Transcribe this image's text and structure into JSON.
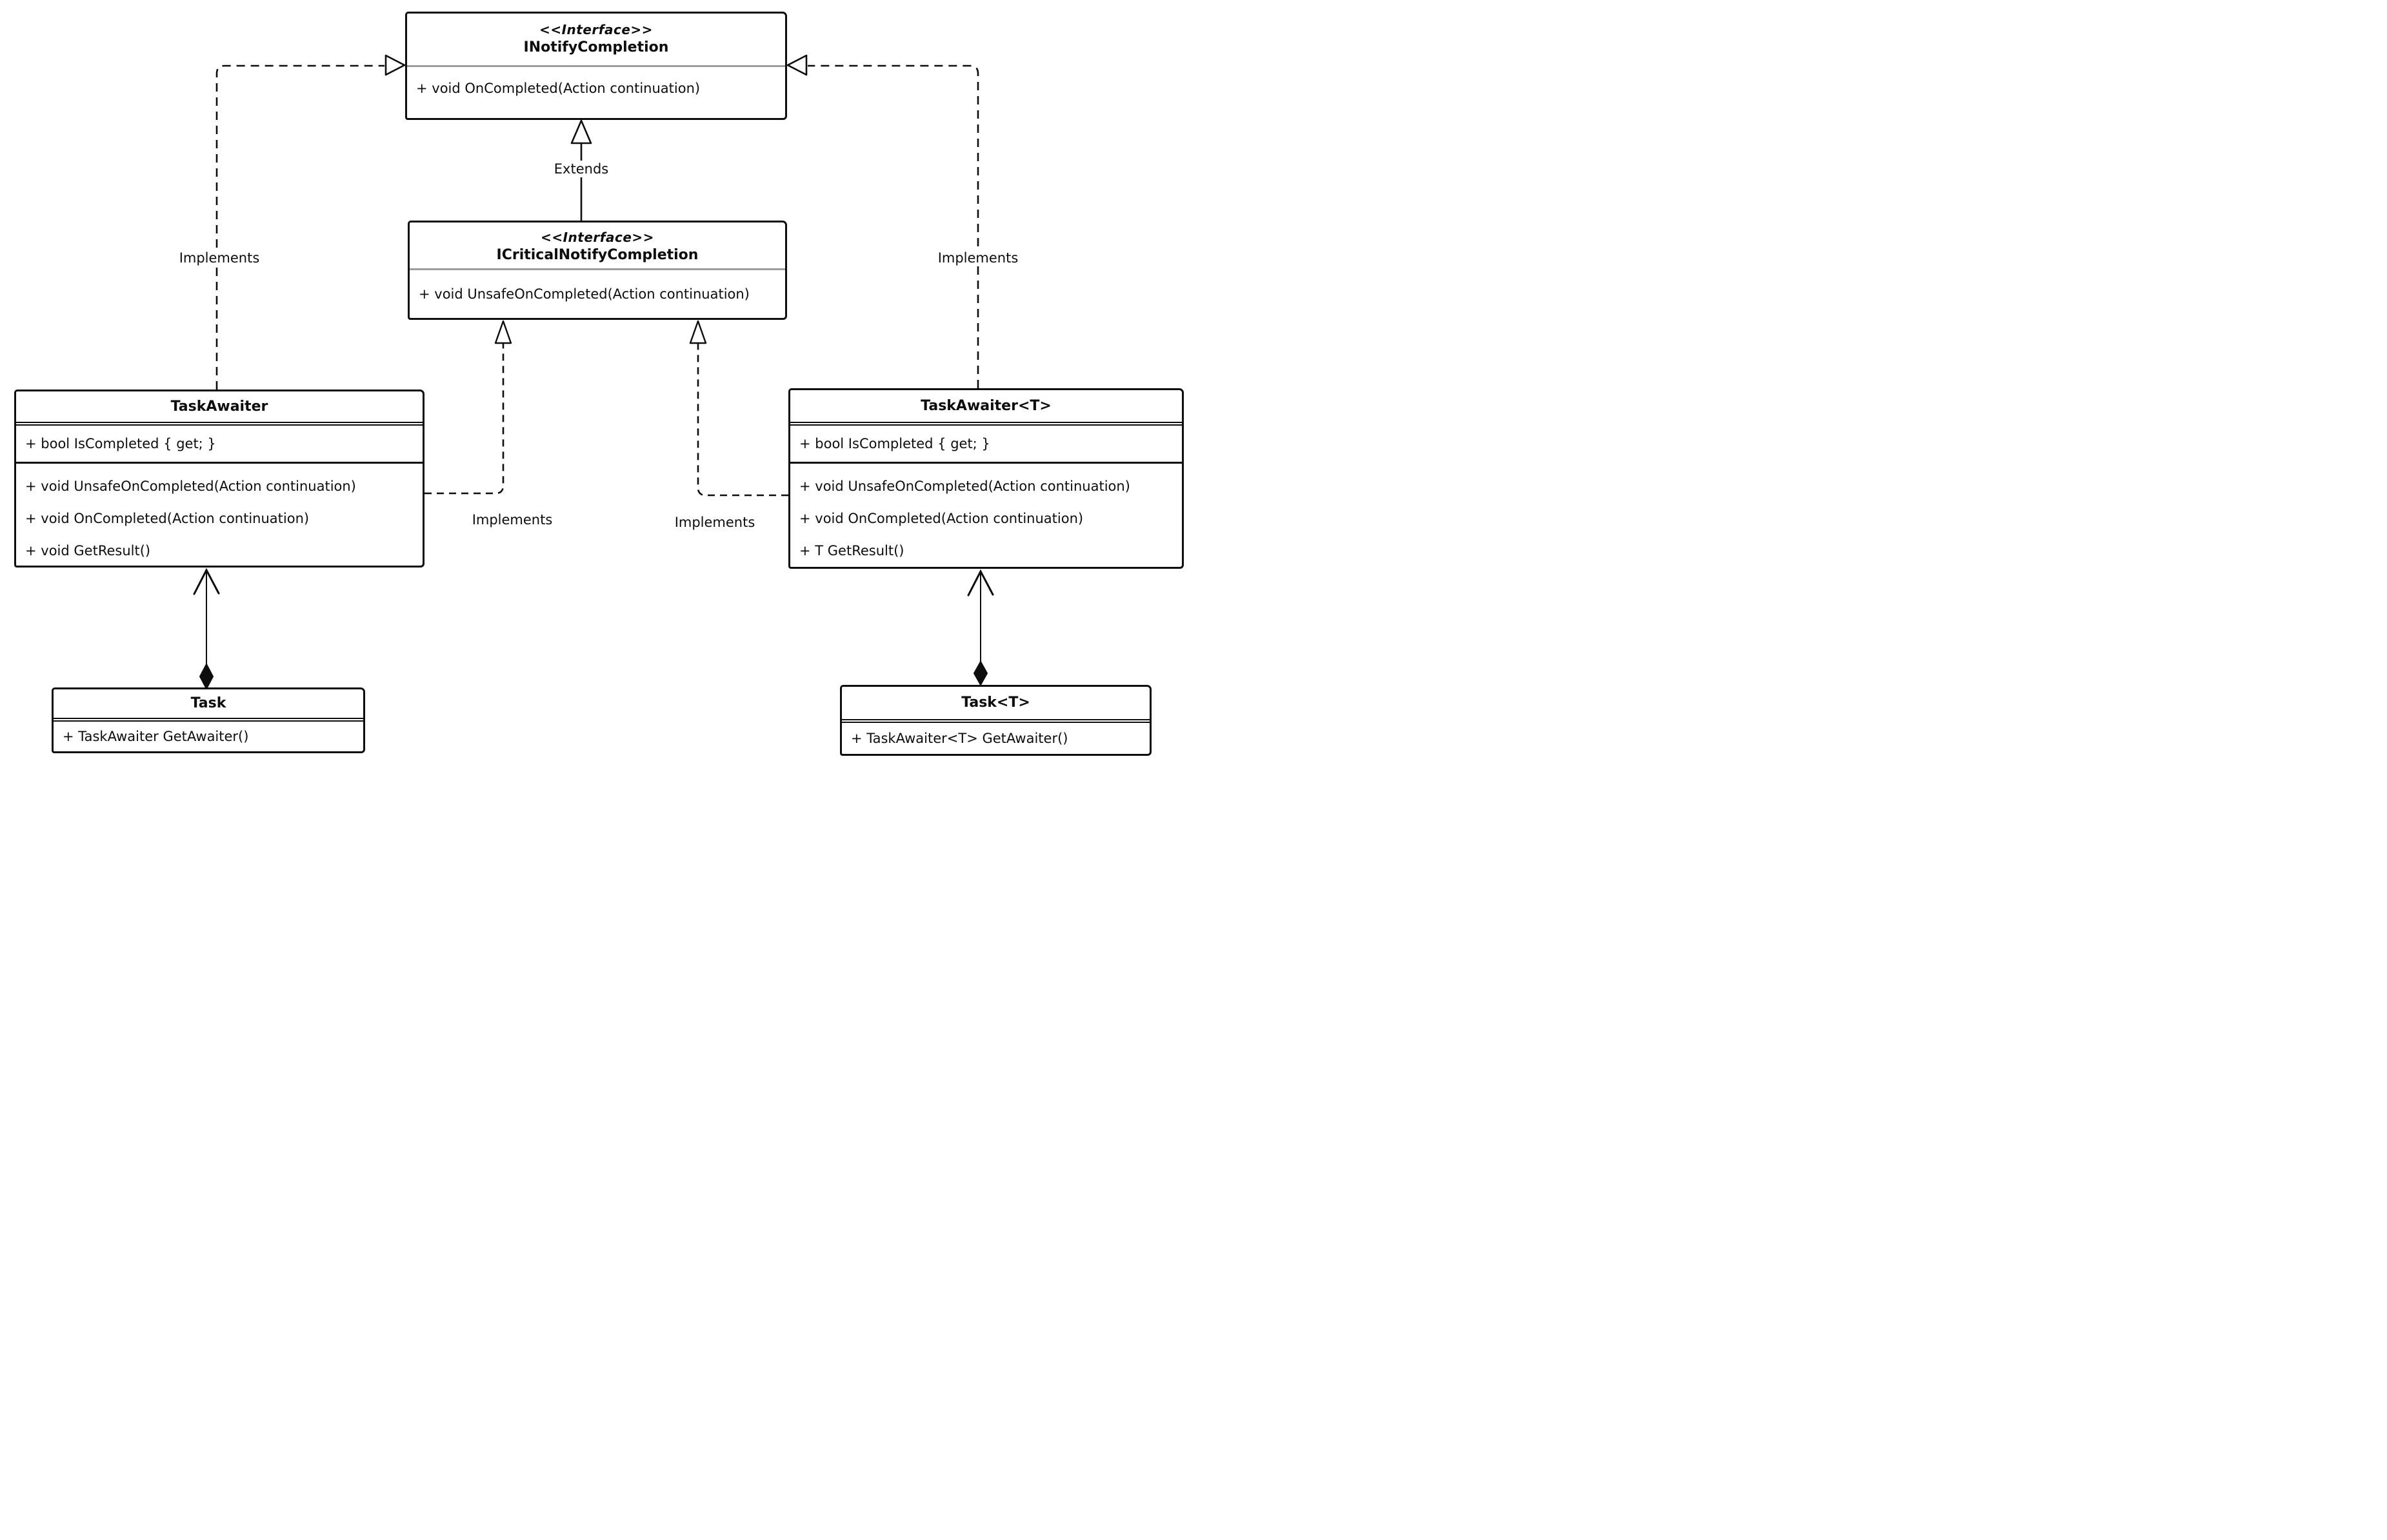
{
  "labels": {
    "extends": "Extends",
    "implements": "Implements"
  },
  "classes": {
    "inotify_completion": {
      "stereotype": "<<Interface>>",
      "name": "INotifyCompletion",
      "methods": [
        "+ void OnCompleted(Action continuation)"
      ]
    },
    "icritical_notify_completion": {
      "stereotype": "<<Interface>>",
      "name": "ICriticalNotifyCompletion",
      "methods": [
        "+ void UnsafeOnCompleted(Action continuation)"
      ]
    },
    "task_awaiter": {
      "name": "TaskAwaiter",
      "attributes": [
        "+ bool IsCompleted { get; }"
      ],
      "methods": [
        "+ void UnsafeOnCompleted(Action continuation)",
        "+ void OnCompleted(Action continuation)",
        "+ void GetResult()"
      ]
    },
    "task_awaiter_t": {
      "name": "TaskAwaiter<T>",
      "attributes": [
        "+ bool IsCompleted { get; }"
      ],
      "methods": [
        "+ void UnsafeOnCompleted(Action continuation)",
        "+ void OnCompleted(Action continuation)",
        "+ T GetResult()"
      ]
    },
    "task": {
      "name": "Task",
      "methods": [
        "+ TaskAwaiter GetAwaiter()"
      ]
    },
    "task_t": {
      "name": "Task<T>",
      "methods": [
        "+ TaskAwaiter<T> GetAwaiter()"
      ]
    }
  },
  "relationships": [
    {
      "from": "ICriticalNotifyCompletion",
      "to": "INotifyCompletion",
      "type": "extends",
      "label": "Extends"
    },
    {
      "from": "TaskAwaiter",
      "to": "INotifyCompletion",
      "type": "implements",
      "label": "Implements"
    },
    {
      "from": "TaskAwaiter<T>",
      "to": "INotifyCompletion",
      "type": "implements",
      "label": "Implements"
    },
    {
      "from": "TaskAwaiter",
      "to": "ICriticalNotifyCompletion",
      "type": "implements",
      "label": "Implements"
    },
    {
      "from": "TaskAwaiter<T>",
      "to": "ICriticalNotifyCompletion",
      "type": "implements",
      "label": "Implements"
    },
    {
      "from": "Task",
      "to": "TaskAwaiter",
      "type": "composition"
    },
    {
      "from": "Task<T>",
      "to": "TaskAwaiter<T>",
      "type": "composition"
    }
  ],
  "colors": {
    "stroke": "#0d0d0d",
    "interface_separator": "#9d9d9d",
    "background": "#ffffff"
  }
}
